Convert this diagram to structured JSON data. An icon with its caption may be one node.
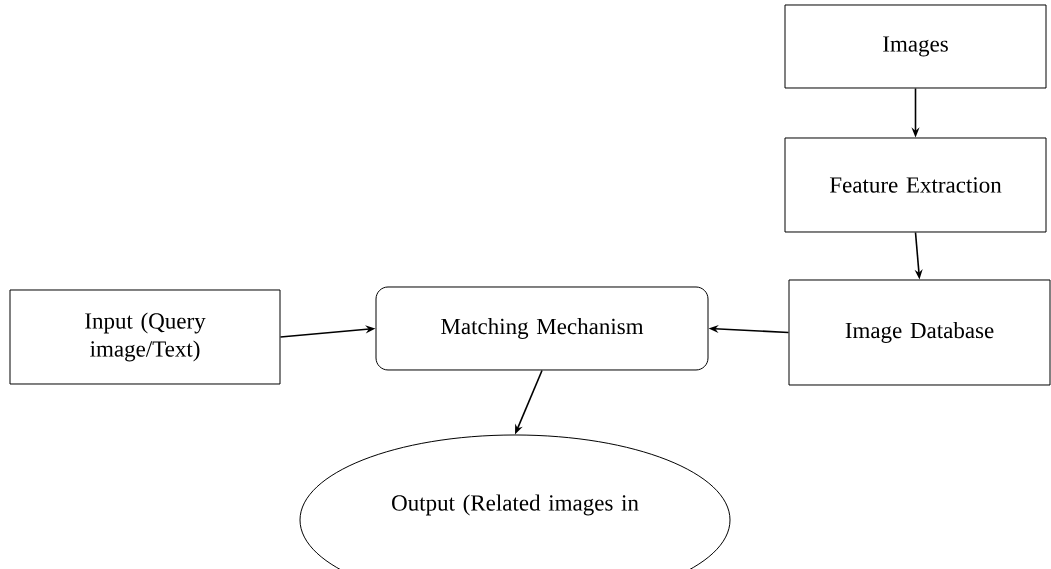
{
  "diagram": {
    "nodes": [
      {
        "text": [
          "Images"
        ]
      },
      {
        "text": [
          "Feature Extraction"
        ]
      },
      {
        "text": [
          "Image Database"
        ]
      },
      {
        "text": [
          "Input (Query image/Text)"
        ]
      },
      {
        "text": [
          "Matching Mechanism"
        ]
      },
      {
        "text": [
          "Output (Related images in"
        ]
      }
    ],
    "edges": [
      {
        "from": 0,
        "to": 1,
        "arrow": "to"
      },
      {
        "from": 1,
        "to": 2,
        "arrow": "to"
      },
      {
        "from": 2,
        "to": 4,
        "arrow": "to"
      },
      {
        "from": 3,
        "to": 4,
        "arrow": "to"
      },
      {
        "from": 4,
        "to": 5,
        "arrow": "to"
      }
    ]
  }
}
